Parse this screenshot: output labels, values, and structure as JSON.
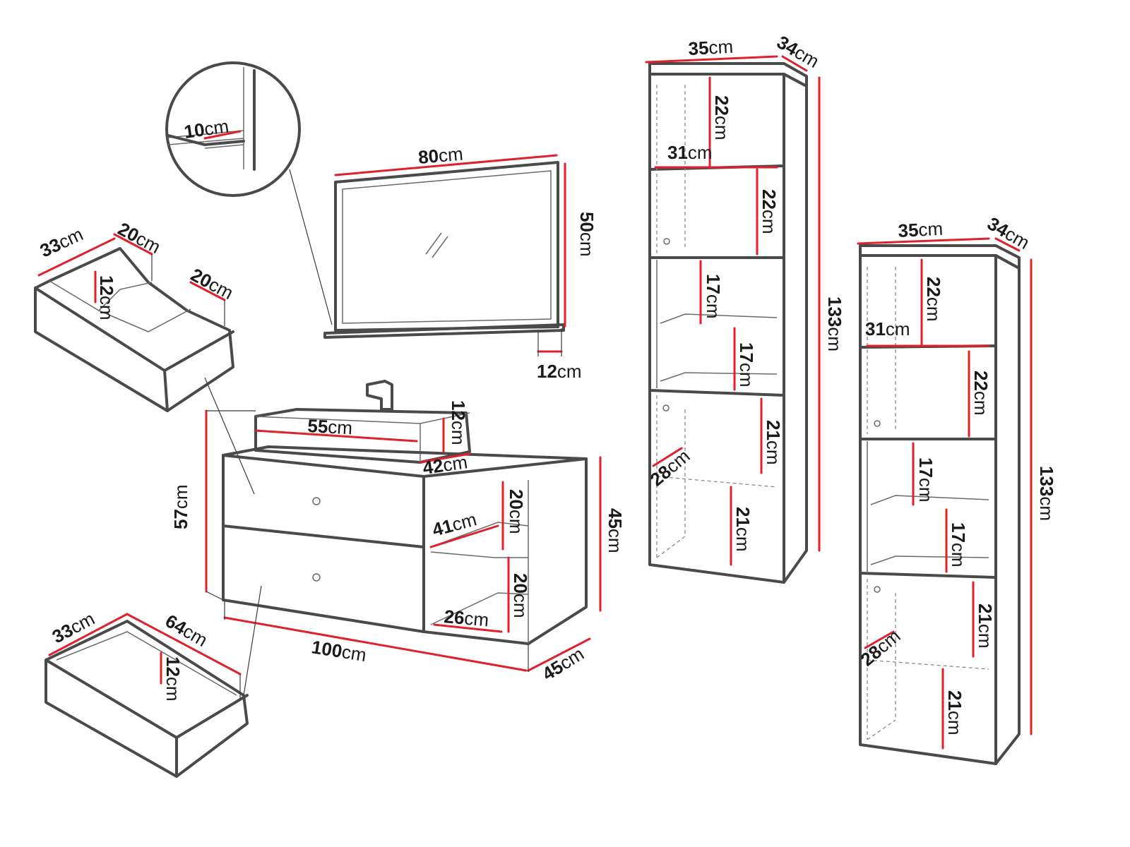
{
  "colors": {
    "outline": "#4a4a4a",
    "dimension": "#e0212b",
    "text": "#1a1a1a",
    "background": "#ffffff"
  },
  "unit": "cm",
  "detail_zoom": {
    "shelf_depth": "10"
  },
  "mirror": {
    "width": "80",
    "height": "50",
    "shelf_depth": "12"
  },
  "small_drawer": {
    "depth": "33",
    "width": "20",
    "inner_height": "12",
    "right_width": "20"
  },
  "vanity": {
    "basin_width": "55",
    "basin_height": "12",
    "basin_depth": "42",
    "height": "57",
    "width": "100",
    "depth": "45",
    "side_height": "45",
    "shelf_width": "41",
    "upper_shelf_height": "20",
    "lower_shelf_height": "20",
    "lower_shelf_depth": "26"
  },
  "large_drawer": {
    "depth": "33",
    "width": "64",
    "height": "12"
  },
  "tall_cabinet_1": {
    "width": "35",
    "depth": "34",
    "height": "133",
    "shelf_width": "31",
    "door_depth": "28",
    "upper_h1": "22",
    "upper_h2": "22",
    "mid_h1": "17",
    "mid_h2": "17",
    "low_h1": "21",
    "low_h2": "21"
  },
  "tall_cabinet_2": {
    "width": "35",
    "depth": "34",
    "height": "133",
    "shelf_width": "31",
    "door_depth": "28",
    "upper_h1": "22",
    "upper_h2": "22",
    "mid_h1": "17",
    "mid_h2": "17",
    "low_h1": "21",
    "low_h2": "21"
  }
}
